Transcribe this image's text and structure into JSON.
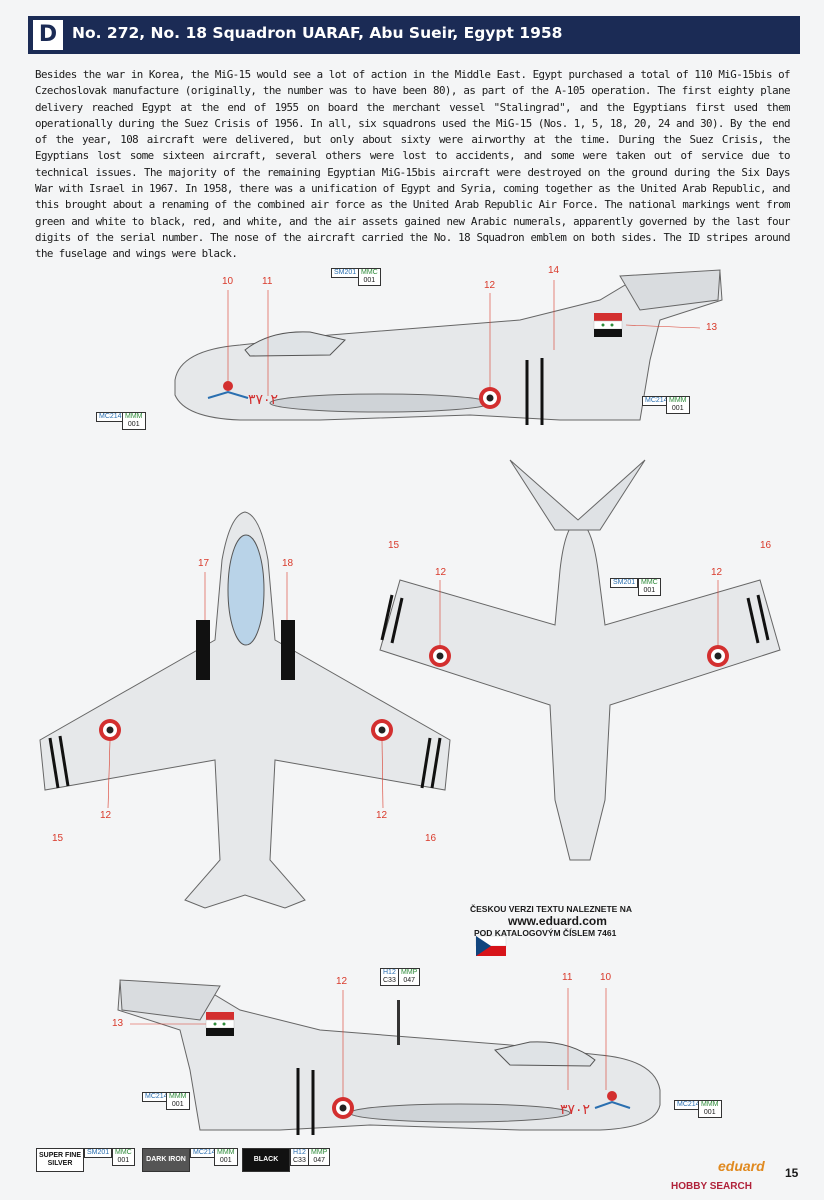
{
  "header": {
    "badge": "D",
    "title": "No. 272, No. 18 Squadron UARAF, Abu Sueir, Egypt 1958"
  },
  "description": "Besides the war in Korea, the MiG-15 would see a lot of action in the Middle East. Egypt purchased a total of 110 MiG-15bis of Czechoslovak manufacture (originally, the number was to have been 80), as part of the A-105 operation. The first eighty plane delivery reached Egypt at the end of 1955 on board the merchant vessel \"Stalingrad\", and the Egyptians first used them operationally during the Suez Crisis of 1956. In all, six squadrons used the MiG-15 (Nos. 1, 5, 18, 20, 24 and 30). By the end of the year, 108 aircraft were delivered, but only about sixty were airworthy at the time. During the Suez Crisis, the Egyptians lost some sixteen aircraft, several others were lost to accidents, and some were taken out of service due to technical issues. The majority of the remaining Egyptian MiG-15bis aircraft were destroyed on the ground during the Six Days War with Israel in 1967. In 1958, there was a unification of Egypt and Syria, coming together as the United Arab Republic, and this brought about a renaming of the combined air force as the United Arab Republic Air Force. The national markings went from green and white to black, red, and white, and the air assets gained new Arabic numerals, apparently governed by the last four digits of the serial number. The nose of the aircraft carried the No. 18 Squadron emblem on both sides. The ID stripes around the fuselage and wings were black.",
  "callouts": {
    "c10a": "10",
    "c11a": "11",
    "c12a": "12",
    "c14a": "14",
    "c13a": "13",
    "c17": "17",
    "c18": "18",
    "c15a": "15",
    "c12b": "12",
    "c12c": "12",
    "c16a": "16",
    "c15b": "15",
    "c12d": "12",
    "c12e": "12",
    "c16b": "16",
    "c12f": "12",
    "c13b": "13",
    "c11b": "11",
    "c10b": "10"
  },
  "paint_refs": {
    "sm201": "SM201",
    "mmc": "MMC",
    "n001": "001",
    "mc214": "MC214",
    "mmm": "MMM",
    "h12": "H12",
    "mmp": "MMP",
    "c33": "C33",
    "n047": "047"
  },
  "serial_arabic": "٣٧٠٢",
  "czech_note": {
    "line1": "ČESKOU VERZI TEXTU NALEZNETE NA",
    "url": "www.eduard.com",
    "line2": "POD KATALOGOVÝM ČÍSLEM 7461"
  },
  "legend": [
    {
      "swatch": "SUPER FINE SILVER",
      "codes": [
        "SM201",
        "MMC",
        "001"
      ]
    },
    {
      "swatch": "DARK IRON",
      "codes": [
        "MC214",
        "MMM",
        "001"
      ]
    },
    {
      "swatch": "BLACK",
      "codes": [
        "H12",
        "MMP",
        "C33",
        "047"
      ]
    }
  ],
  "footer": {
    "logo": "eduard",
    "page": "15",
    "watermark": "HOBBY SEARCH"
  },
  "colors": {
    "header_bg": "#1b2b55",
    "callout": "#d93a2b",
    "aircraft": "#e6e8ea",
    "roundel_red": "#d32f2f"
  }
}
